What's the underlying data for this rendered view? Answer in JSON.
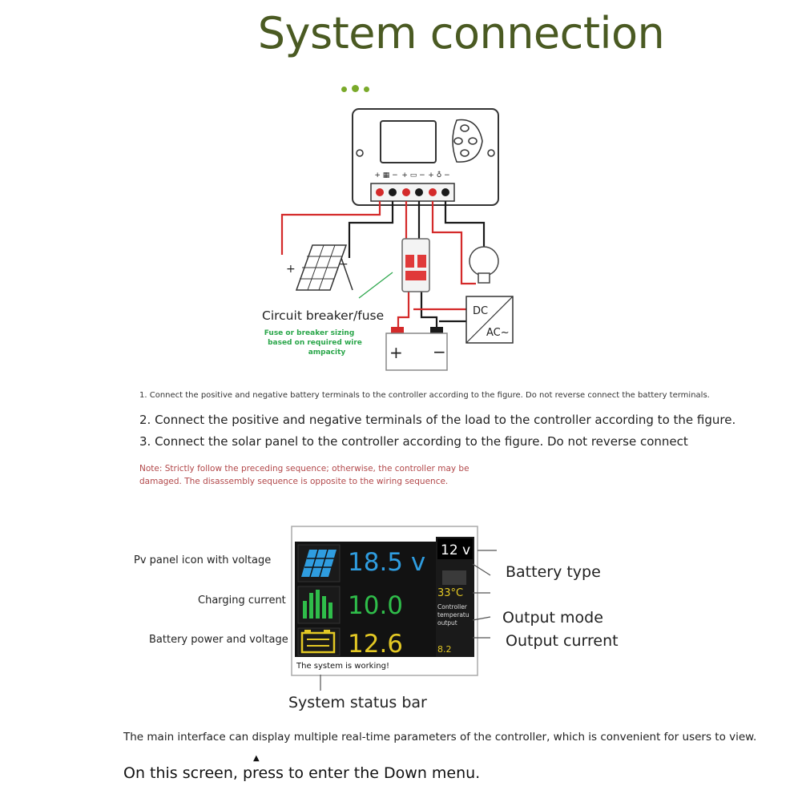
{
  "title": "System connection",
  "diagram": {
    "terminal_labels": [
      "+ ▦ −",
      "+ ▭ −",
      "+ ♁ −"
    ],
    "solar_plus": "+",
    "solar_minus": "−",
    "breaker_label": "Circuit breaker/fuse",
    "breaker_note": [
      "Fuse or breaker sizing",
      "based on required wire",
      "ampacity"
    ],
    "battery_plus": "+",
    "battery_minus": "−",
    "dc_label": "DC",
    "ac_label": "AC~"
  },
  "instructions": {
    "step1": "1. Connect the positive and negative battery terminals to the controller according to the figure. Do not reverse connect the battery terminals.",
    "step2": "2. Connect the positive and negative terminals of the load to the controller according to the figure.",
    "step3": "3. Connect the solar panel to the controller according to the figure. Do not reverse connect",
    "note": "Note: Strictly follow the preceding sequence; otherwise, the controller may be damaged. The disassembly sequence is opposite to the wiring sequence."
  },
  "display": {
    "pv_voltage": "18.5 v",
    "charging_current": "10.0",
    "battery_voltage": "12.6",
    "battery_type": "12 v",
    "temperature": "33°C",
    "mode_text": [
      "Controller",
      "temperatu",
      "output"
    ],
    "output_current": "8.2",
    "status": "The system is working!"
  },
  "labels": {
    "pv": "Pv panel icon with voltage",
    "charging": "Charging current",
    "battery": "Battery power and voltage",
    "battery_type": "Battery type",
    "output_mode": "Output mode",
    "output_current": "Output current",
    "status_bar": "System status bar"
  },
  "footer": {
    "line1": "The main interface can display multiple real-time parameters of the controller, which is convenient for users to view.",
    "line2": "On this screen, press to enter the Down menu."
  },
  "colors": {
    "title": "#4a5a22",
    "wire_red": "#d42a2a",
    "wire_black": "#1a1a1a",
    "lcd_blue": "#2f9de0",
    "lcd_green": "#2fbd4a",
    "lcd_yellow": "#e3c824",
    "note_red": "#b2484a",
    "breaker_green": "#2aa64a"
  }
}
